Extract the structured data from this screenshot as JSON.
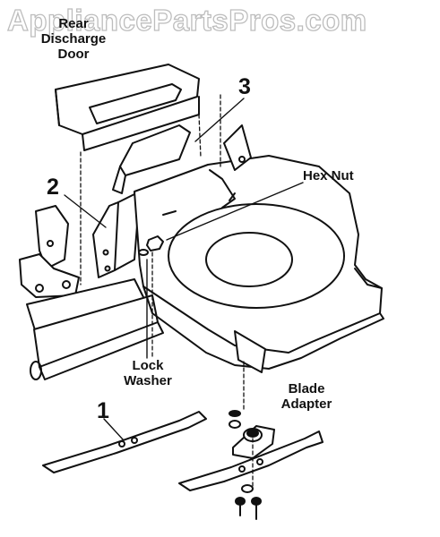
{
  "watermark": "AppliancePartsPros.com",
  "labels": {
    "rear_discharge_door_line1": "Rear",
    "rear_discharge_door_line2": "Discharge",
    "rear_discharge_door_line3": "Door",
    "hex_nut": "Hex Nut",
    "lock_washer_line1": "Lock",
    "lock_washer_line2": "Washer",
    "blade_adapter_line1": "Blade",
    "blade_adapter_line2": "Adapter"
  },
  "callouts": {
    "part_1": "1",
    "part_2": "2",
    "part_3": "3"
  },
  "colors": {
    "ink": "#111111",
    "watermark_outline": "#bdbdbd",
    "background": "#ffffff"
  }
}
